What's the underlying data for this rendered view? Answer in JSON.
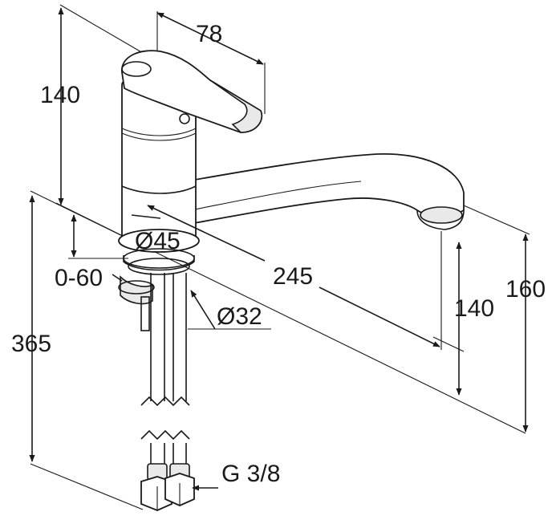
{
  "dimensions": {
    "handle_width": "78",
    "handle_height": "140",
    "base_diameter": "Ø45",
    "deck_thickness": "0-60",
    "hole_diameter": "Ø32",
    "spout_reach": "245",
    "spout_outlet_height": "140",
    "total_outlet_height": "160",
    "hose_length": "365",
    "connection_thread": "G 3/8"
  },
  "colors": {
    "line": "#1a1a1a",
    "background": "#ffffff",
    "shade": "#e9e9e9"
  }
}
